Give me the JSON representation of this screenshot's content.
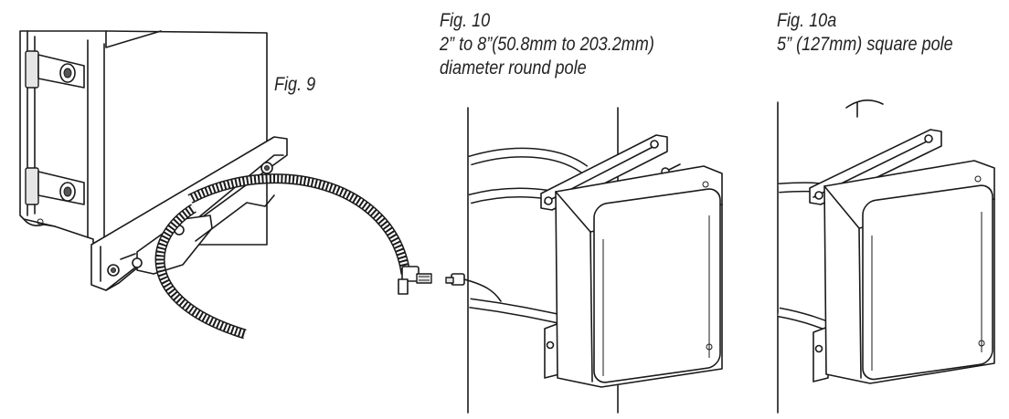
{
  "figures": {
    "fig9": {
      "label": "Fig. 9"
    },
    "fig10": {
      "label": "Fig. 10",
      "range": "2” to 8”(50.8mm to 203.2mm)",
      "description": "diameter round pole"
    },
    "fig10a": {
      "label": "Fig. 10a",
      "description": "5” (127mm) square pole"
    }
  }
}
